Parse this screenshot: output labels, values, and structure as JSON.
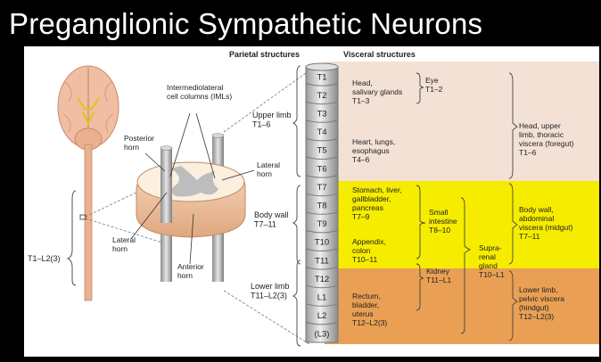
{
  "slide": {
    "title": "Preganglionic Sympathetic Neurons"
  },
  "headers": {
    "parietal": "Parietal structures",
    "visceral": "Visceral structures"
  },
  "brain": {
    "range_label": "T1–L2(3)"
  },
  "cord_labels": {
    "iml": "Intermediolateral\ncell columns (IMLs)",
    "posterior_horn": "Posterior\nhorn",
    "lateral_horn_right": "Lateral\nhorn",
    "lateral_horn_left": "Lateral\nhorn",
    "anterior_horn": "Anterior\nhorn"
  },
  "parietal": [
    {
      "label": "Upper limb\nT1–6"
    },
    {
      "label": "Body wall\nT7–11"
    },
    {
      "label": "Lower limb\nT11–L2(3)"
    }
  ],
  "segments": [
    "T1",
    "T2",
    "T3",
    "T4",
    "T5",
    "T6",
    "T7",
    "T8",
    "T9",
    "T10",
    "T11",
    "T12",
    "L1",
    "L2",
    "(L3)"
  ],
  "visceral_structures": {
    "eye": "Eye\nT1–2",
    "head_salivary": "Head,\nsalivary glands\nT1–3",
    "heart_lungs": "Heart, lungs,\nesophagus\nT4–6",
    "stomach": "Stomach, liver,\ngallbladder,\npancreas\nT7–9",
    "small_intestine": "Small\nintestine\nT8–10",
    "appendix": "Appendix,\ncolon\nT10–11",
    "kidney": "Kidney\nT11–L1",
    "suprarenal": "Supra-\nrenal\ngland\nT10–L1",
    "rectum": "Rectum,\nbladder,\nuterus\nT12–L2(3)"
  },
  "regions": [
    {
      "label": "Head, upper\nlimb, thoracic\nviscera (foregut)\nT1–6",
      "color": "#f4e1d6"
    },
    {
      "label": "Body wall,\nabdominal\nviscera (midgut)\nT7–11",
      "color": "#f5ec00"
    },
    {
      "label": "Lower limb,\npelvic viscera\n(hindgut)\nT12–L2(3)",
      "color": "#e9a054"
    }
  ]
}
